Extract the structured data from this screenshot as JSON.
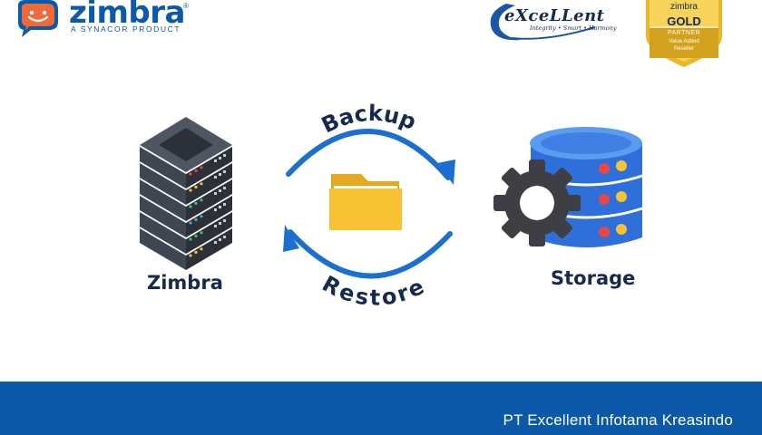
{
  "header": {
    "zimbra_logo": {
      "wordmark": "zimbra",
      "registered": "®",
      "tagline": "A SYNACOR PRODUCT",
      "colors": {
        "blue": "#0b59a8",
        "orange": "#f0693a"
      }
    },
    "excellent_logo": {
      "wordmark": "eXceLLent",
      "tagline": "Integrity • Smart • Harmony",
      "colors": {
        "blue": "#1a55a6",
        "navy": "#142a4f"
      }
    },
    "partner_badge": {
      "brand": "zimbra",
      "tier": "GOLD",
      "level": "PARTNER",
      "line1": "Value Added",
      "line2": "Reseller",
      "colors": {
        "gold": "#e8b82a",
        "text": "#142a4f"
      }
    }
  },
  "diagram": {
    "source_label": "Zimbra",
    "target_label": "Storage",
    "top_arrow_label": "Backup",
    "bottom_arrow_label": "Restore",
    "icons": {
      "source": "server-rack-icon",
      "center": "folder-icon",
      "target": "database-gear-icon"
    },
    "colors": {
      "arrow": "#1b6fd1",
      "label": "#142a4f",
      "server": "#3f4652",
      "database": "#2f6fd9",
      "gear": "#3d3f44",
      "folder": "#f8c232"
    }
  },
  "footer": {
    "company": "PT Excellent Infotama Kreasindo",
    "color": "#0b59a8"
  }
}
